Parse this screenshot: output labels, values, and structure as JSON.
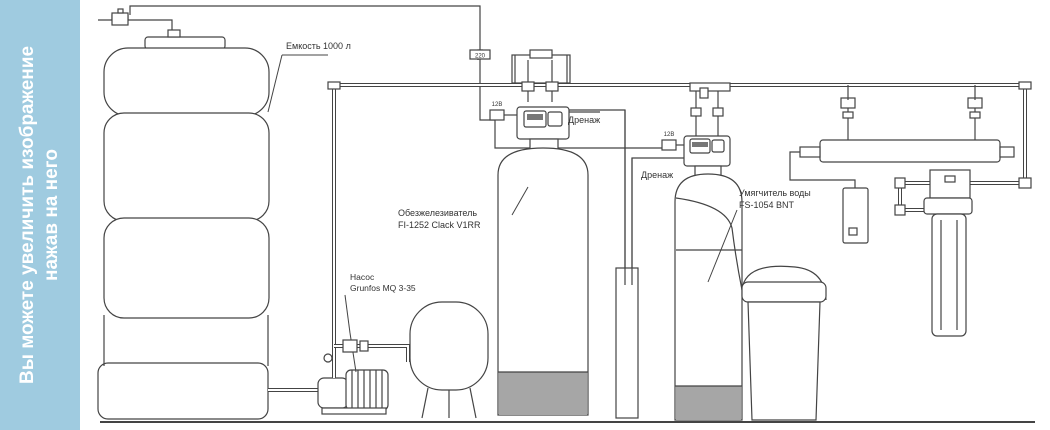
{
  "sidebar": {
    "line1": "Вы можете увеличить изображение",
    "line2": "нажав на него",
    "background": "#9fcbe0"
  },
  "labels": {
    "tank": "Емкость 1000 л",
    "pump_1": "Насос",
    "pump_2": "Grunfos MQ 3-35",
    "iron_1": "Обезжелезиватель",
    "iron_2": "FI-1252 Clack V1RR",
    "soft_1": "Умягчитель воды",
    "soft_2": "FS-1054 BNT",
    "drain_1": "Дренаж",
    "drain_2": "Дренаж",
    "power_box": "220",
    "transformer_1": "12В",
    "transformer_2": "12В"
  }
}
